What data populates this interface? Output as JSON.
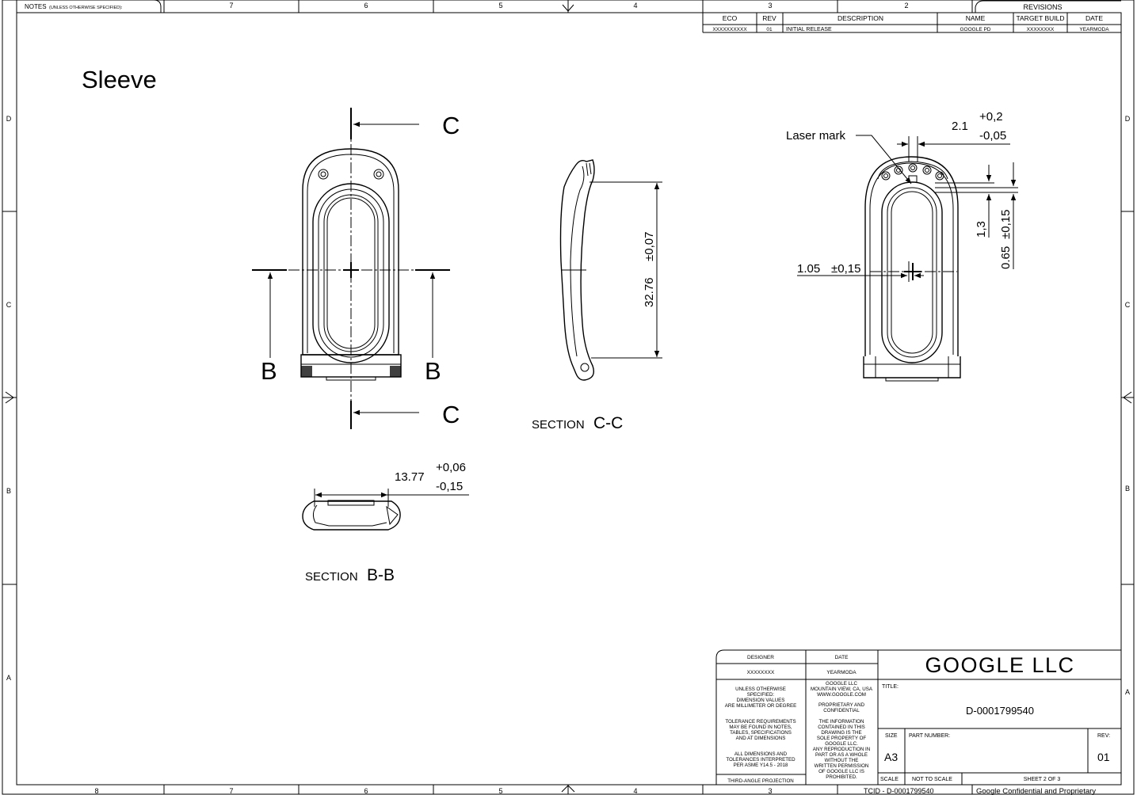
{
  "notes_label": "NOTES",
  "notes_sub": "(UNLESS OTHERWISE SPECIFIED):",
  "zones_top": [
    "7",
    "6",
    "5",
    "4",
    "3",
    "2"
  ],
  "zones_bottom": [
    "8",
    "7",
    "6",
    "5",
    "4",
    "3"
  ],
  "zones_left": [
    "D",
    "C",
    "B",
    "A"
  ],
  "zones_right": [
    "D",
    "C",
    "B",
    "A"
  ],
  "revisions": {
    "title": "REVISIONS",
    "headers": [
      "ECO",
      "REV",
      "DESCRIPTION",
      "NAME",
      "TARGET BUILD",
      "DATE"
    ],
    "row": [
      "XXXXXXXXXX",
      "01",
      "INITIAL RELEASE",
      "GOOGLE PD",
      "XXXXXXXX",
      "YEARMODA"
    ]
  },
  "drawing_title": "Sleeve",
  "labels": {
    "section_c": "C",
    "section_b": "B",
    "section_cc_prefix": "SECTION",
    "section_cc": "C-C",
    "section_bb_prefix": "SECTION",
    "section_bb": "B-B",
    "laser_mark": "Laser mark"
  },
  "dimensions": {
    "cc_length": "32.76",
    "cc_tol": "±0,07",
    "bb_width": "13.77",
    "bb_tol_plus": "+0,06",
    "bb_tol_minus": "-0,15",
    "top_width": "2.1",
    "top_tol_plus": "+0,2",
    "top_tol_minus": "-0,05",
    "side_h1": "1,3",
    "side_h2": "0.65",
    "side_tol": "±0,15",
    "offset": "1.05",
    "offset_tol": "±0,15"
  },
  "title_block": {
    "designer_label": "DESIGNER",
    "designer_value": "XXXXXXXX",
    "date_label": "DATE",
    "date_value": "YEARMODA",
    "company": "GOOGLE LLC",
    "note_left_1": [
      "UNLESS OTHERWISE",
      "SPECIFIED:",
      "DIMENSION VALUES",
      "ARE MILLIMETER OR DEGREE"
    ],
    "note_left_2": [
      "TOLERANCE REQUIREMENTS",
      "MAY BE FOUND IN NOTES,",
      "TABLES, SPECIFICATIONS",
      "AND AT DIMENSIONS"
    ],
    "note_left_3": [
      "ALL DIMENSIONS AND",
      "TOLERANCES INTERPRETED",
      "PER ASME Y14.5 - 2018"
    ],
    "projection": "THIRD-ANGLE PROJECTION",
    "note_mid_1": [
      "GOOGLE LLC",
      "MOUNTAIN VIEW, CA, USA",
      "WWW.GOOGLE.COM"
    ],
    "note_mid_2": [
      "PROPRIETARY AND",
      "CONFIDENTIAL"
    ],
    "note_mid_3": [
      "THE INFORMATION",
      "CONTAINED IN THIS",
      "DRAWING IS THE",
      "SOLE PROPERTY OF",
      "GOOGLE LLC.",
      "ANY REPRODUCTION IN",
      "PART OR AS A WHOLE",
      "WITHOUT THE",
      "WRITTEN PERMISSION",
      "OF GOOGLE LLC IS",
      "PROHIBITED."
    ],
    "title_label": "TITLE:",
    "title_value": "D-0001799540",
    "size_label": "SIZE",
    "size_value": "A3",
    "part_label": "PART NUMBER:",
    "rev_label": "REV:",
    "rev_value": "01",
    "scale_label": "SCALE",
    "scale_value": "NOT TO SCALE",
    "sheet": "SHEET 2 OF 3",
    "tcid": "TCID - D-0001799540",
    "confidential": "Google Confidential and Proprietary"
  }
}
